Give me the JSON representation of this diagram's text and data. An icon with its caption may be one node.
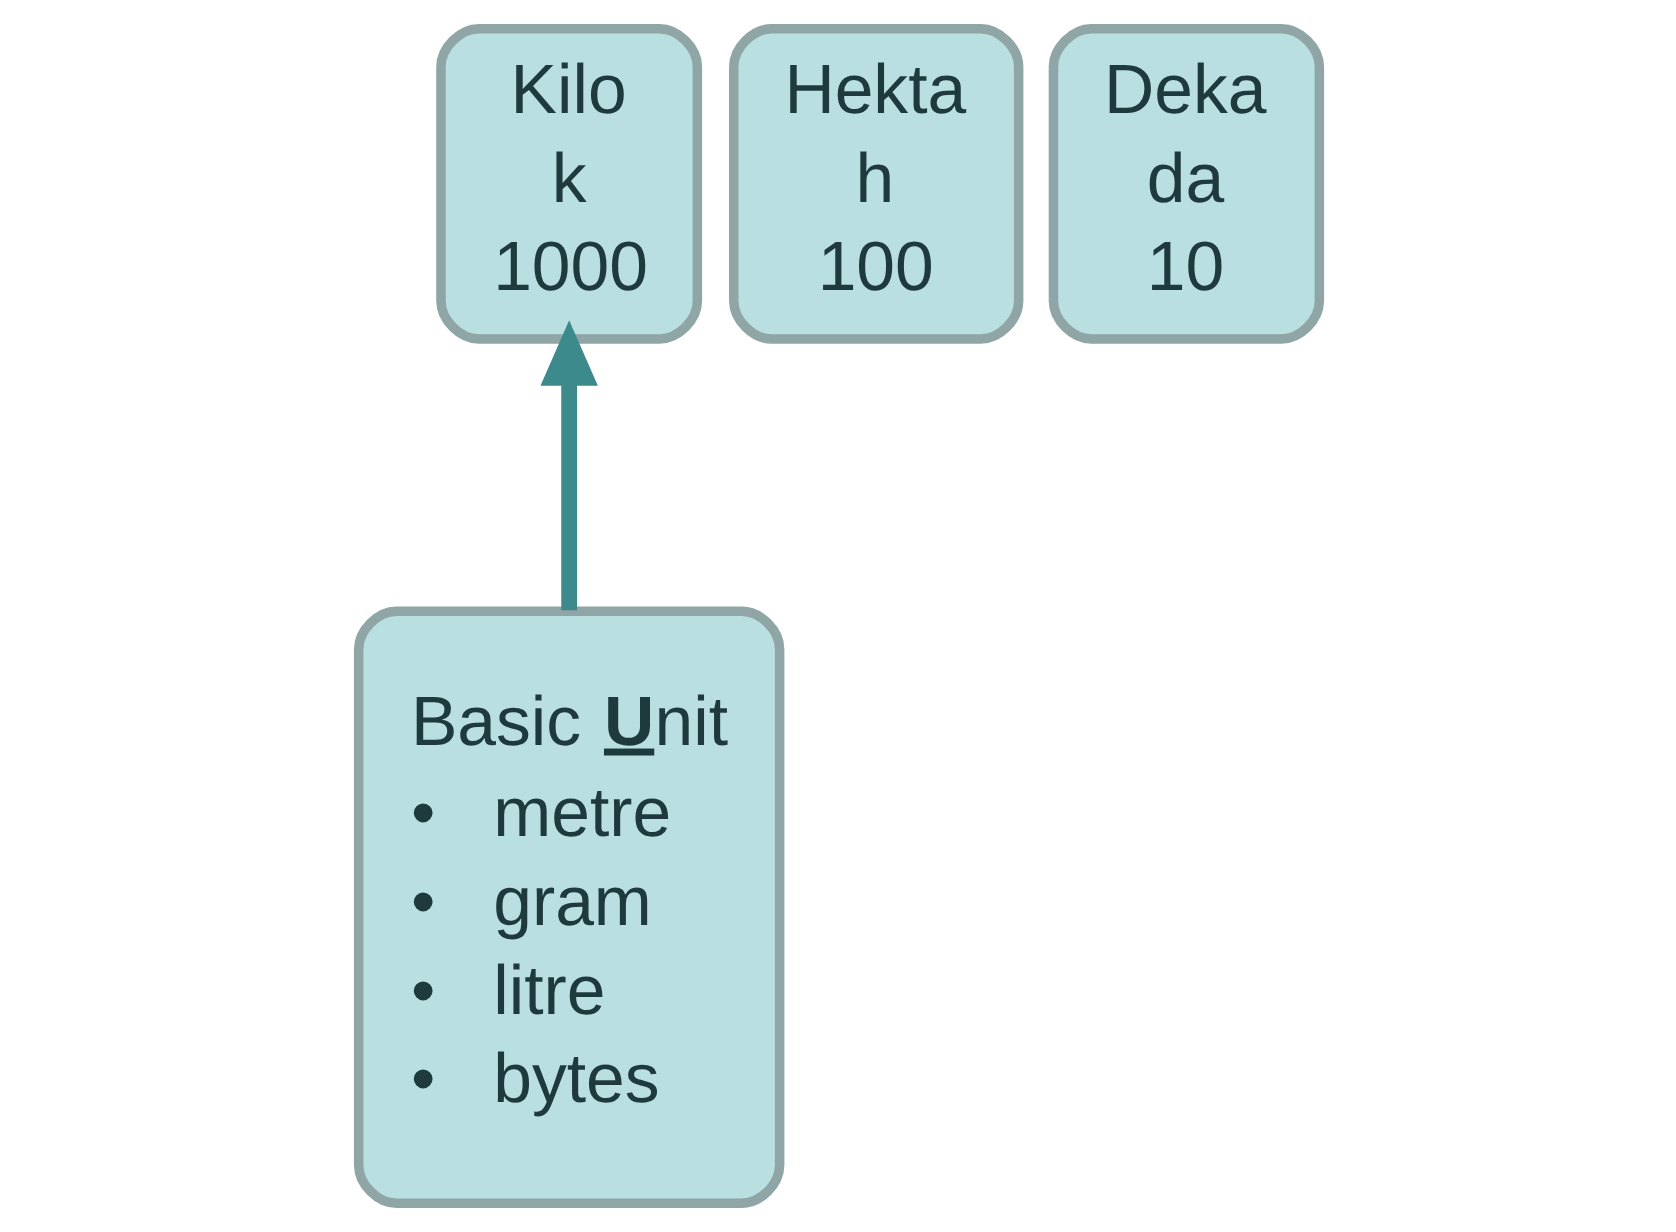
{
  "diagram": {
    "nodes": [
      {
        "text": [
          "Kilo",
          "k",
          "1000"
        ]
      },
      {
        "text": [
          "Hekta",
          "h",
          "100"
        ]
      },
      {
        "text": [
          "Deka",
          "da",
          "10"
        ]
      },
      {
        "text": [
          "Basic **U**nit",
          "•   metre",
          "•   gram",
          "•   litre",
          "•   bytes"
        ]
      }
    ],
    "edges": [
      {
        "from": 3,
        "to": 0,
        "arrow": "to",
        "color": "#3d8a8d"
      }
    ]
  }
}
